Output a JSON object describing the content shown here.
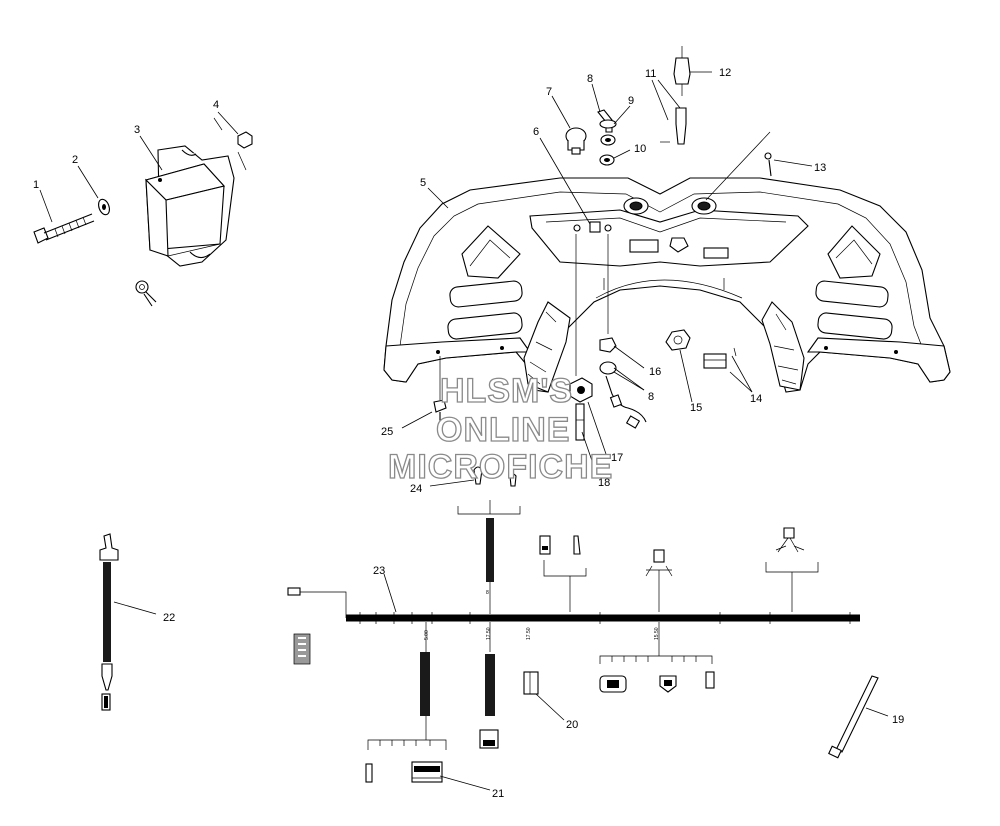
{
  "watermark": {
    "line1": "HLSM'S",
    "line2": "ONLINE",
    "line3": "MICROFICHE"
  },
  "callouts": [
    {
      "id": 1,
      "label": "1"
    },
    {
      "id": 2,
      "label": "2"
    },
    {
      "id": 3,
      "label": "3"
    },
    {
      "id": 4,
      "label": "4"
    },
    {
      "id": 5,
      "label": "5"
    },
    {
      "id": 6,
      "label": "6"
    },
    {
      "id": 7,
      "label": "7"
    },
    {
      "id": 8,
      "label": "8"
    },
    {
      "id": 9,
      "label": "9"
    },
    {
      "id": 10,
      "label": "10"
    },
    {
      "id": 11,
      "label": "11"
    },
    {
      "id": 12,
      "label": "12"
    },
    {
      "id": 13,
      "label": "13"
    },
    {
      "id": 14,
      "label": "14"
    },
    {
      "id": 15,
      "label": "15"
    },
    {
      "id": 16,
      "label": "16"
    },
    {
      "id": 17,
      "label": "17"
    },
    {
      "id": 18,
      "label": "18"
    },
    {
      "id": 19,
      "label": "19"
    },
    {
      "id": 20,
      "label": "20"
    },
    {
      "id": 21,
      "label": "21"
    },
    {
      "id": 22,
      "label": "22"
    },
    {
      "id": 23,
      "label": "23"
    },
    {
      "id": 24,
      "label": "24"
    },
    {
      "id": 25,
      "label": "25"
    },
    {
      "id": "8b",
      "label": "8"
    }
  ],
  "harness_markings": [
    "8",
    "5.00",
    "17.50",
    "17.50",
    "15.50"
  ]
}
